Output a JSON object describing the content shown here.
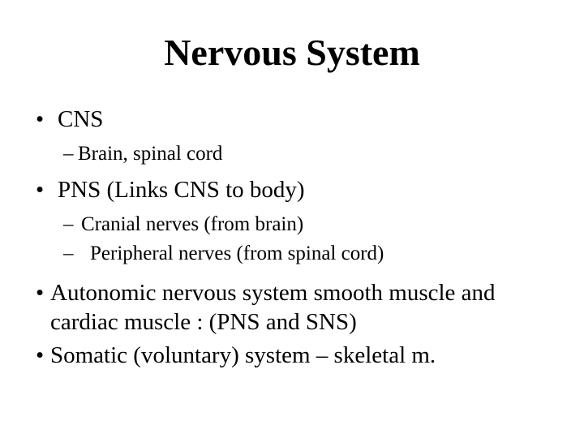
{
  "slide": {
    "title": "Nervous System",
    "colors": {
      "background": "#ffffff",
      "text": "#000000"
    },
    "bullets": [
      {
        "level": 1,
        "marker": "•",
        "lines": [
          "CNS"
        ]
      },
      {
        "level": 2,
        "marker": "–",
        "lines": [
          "Brain, spinal cord"
        ]
      },
      {
        "level": 1,
        "marker": "•",
        "lines": [
          "PNS (Links CNS to body)"
        ]
      },
      {
        "level": 2,
        "marker": "–",
        "lines": [
          "Cranial nerves (from brain)"
        ]
      },
      {
        "level": 2,
        "marker": "–",
        "lines": [
          "Peripheral nerves (from spinal cord)"
        ]
      },
      {
        "level": 1,
        "marker": "•",
        "lines": [
          "Autonomic nervous system smooth muscle and",
          "cardiac muscle : (PNS and SNS)"
        ]
      },
      {
        "level": 1,
        "marker": "•",
        "lines": [
          "Somatic (voluntary) system – skeletal m."
        ]
      }
    ]
  }
}
